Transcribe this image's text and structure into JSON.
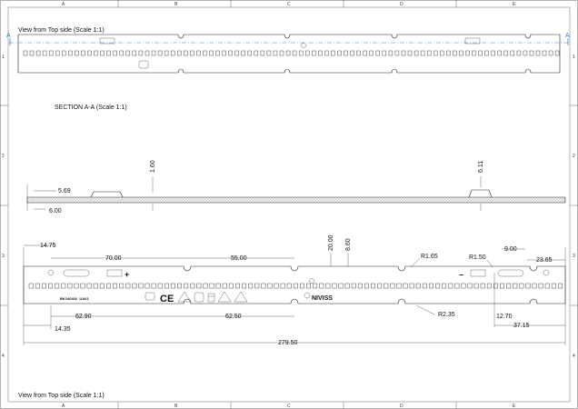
{
  "drawing": {
    "grid_columns": [
      "A",
      "B",
      "C",
      "D",
      "E"
    ],
    "grid_rows": [
      "1",
      "2",
      "3",
      "4"
    ],
    "section_marker": "A",
    "top_view_label": "View from Top side (Scale 1:1)",
    "section_label": "SECTION A-A (Scale 1:1)",
    "bottom_view_label": "View from Top side (Scale 1:1)",
    "part_number": "BK240402_UA01",
    "brand": "NIVISS",
    "plus_sign": "+",
    "minus_sign": "–",
    "ce_mark": "CE"
  },
  "dimensions": {
    "section": {
      "left_offset": "5.69",
      "left_thickness": "6.00",
      "center_height": "1.60",
      "right_height": "6.11"
    },
    "plan": {
      "d1": "14.75",
      "d2": "70.00",
      "d3": "55.00",
      "d4": "20.00",
      "d5": "8.60",
      "d6": "R1.65",
      "d7": "R1.50",
      "d8": "9.00",
      "d9": "23.65",
      "d10": "62.90",
      "d11": "62.50",
      "d12": "R2.35",
      "d13": "12.70",
      "d14": "37.15",
      "d15": "14.35",
      "d16": "279.50"
    }
  }
}
